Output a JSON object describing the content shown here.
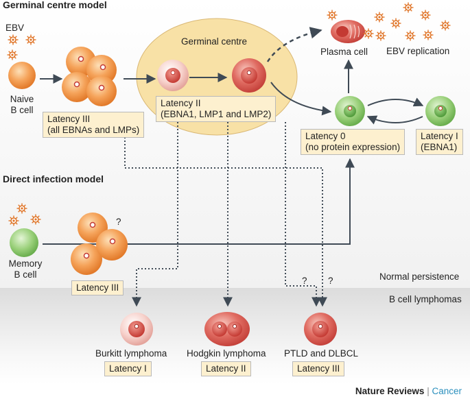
{
  "headers": {
    "germinal": "Germinal centre model",
    "direct": "Direct infection model"
  },
  "labels": {
    "ebv": "EBV",
    "naive_line1": "Naive",
    "naive_line2": "B cell",
    "germinal_centre": "Germinal centre",
    "plasma_cell": "Plasma cell",
    "ebv_replication": "EBV replication",
    "memory_line1": "Memory",
    "memory_line2": "B cell",
    "question": "?",
    "normal_persistence": "Normal persistence",
    "b_cell_lymphomas": "B cell lymphomas",
    "burkitt": "Burkitt lymphoma",
    "hodgkin": "Hodgkin lymphoma",
    "ptld": "PTLD and DLBCL"
  },
  "boxes": {
    "latency3_top_line1": "Latency III",
    "latency3_top_line2": "(all EBNAs and LMPs)",
    "latency2_gc_line1": "Latency II",
    "latency2_gc_line2": "(EBNA1, LMP1 and LMP2)",
    "latency0_line1": "Latency 0",
    "latency0_line2": "(no protein expression)",
    "latency1_line1": "Latency I",
    "latency1_line2": "(EBNA1)",
    "latency3_mid": "Latency III",
    "latency1_bottom": "Latency I",
    "latency2_bottom": "Latency II",
    "latency3_bottom": "Latency III"
  },
  "footer": {
    "journal": "Nature Reviews",
    "separator": "|",
    "section": "Cancer"
  },
  "colors": {
    "germinal_fill": "#f8e1a6",
    "orange_cell": "#f39a4a",
    "red_cell": "#d9534f",
    "green_cell": "#8cc96a",
    "box_fill": "#fdf0cf",
    "arrow": "#3f4a55",
    "virus": "#e0762a"
  }
}
